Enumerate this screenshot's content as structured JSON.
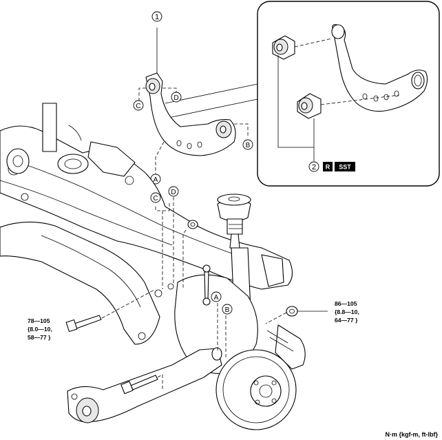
{
  "callouts": {
    "num_1": "1",
    "num_2": "2",
    "A": "A",
    "B": "B",
    "C": "C",
    "D": "D"
  },
  "badges": {
    "replace": "R",
    "sst": "SST"
  },
  "torque_left": {
    "line1": "78—105",
    "line2": "{8.0—10,",
    "line3": "58—77 }"
  },
  "torque_right": {
    "line1": "86—105",
    "line2": "{8.8—10,",
    "line3": "64—77 }"
  },
  "units_note": "N·m {kgf-m, ft-lbf}"
}
